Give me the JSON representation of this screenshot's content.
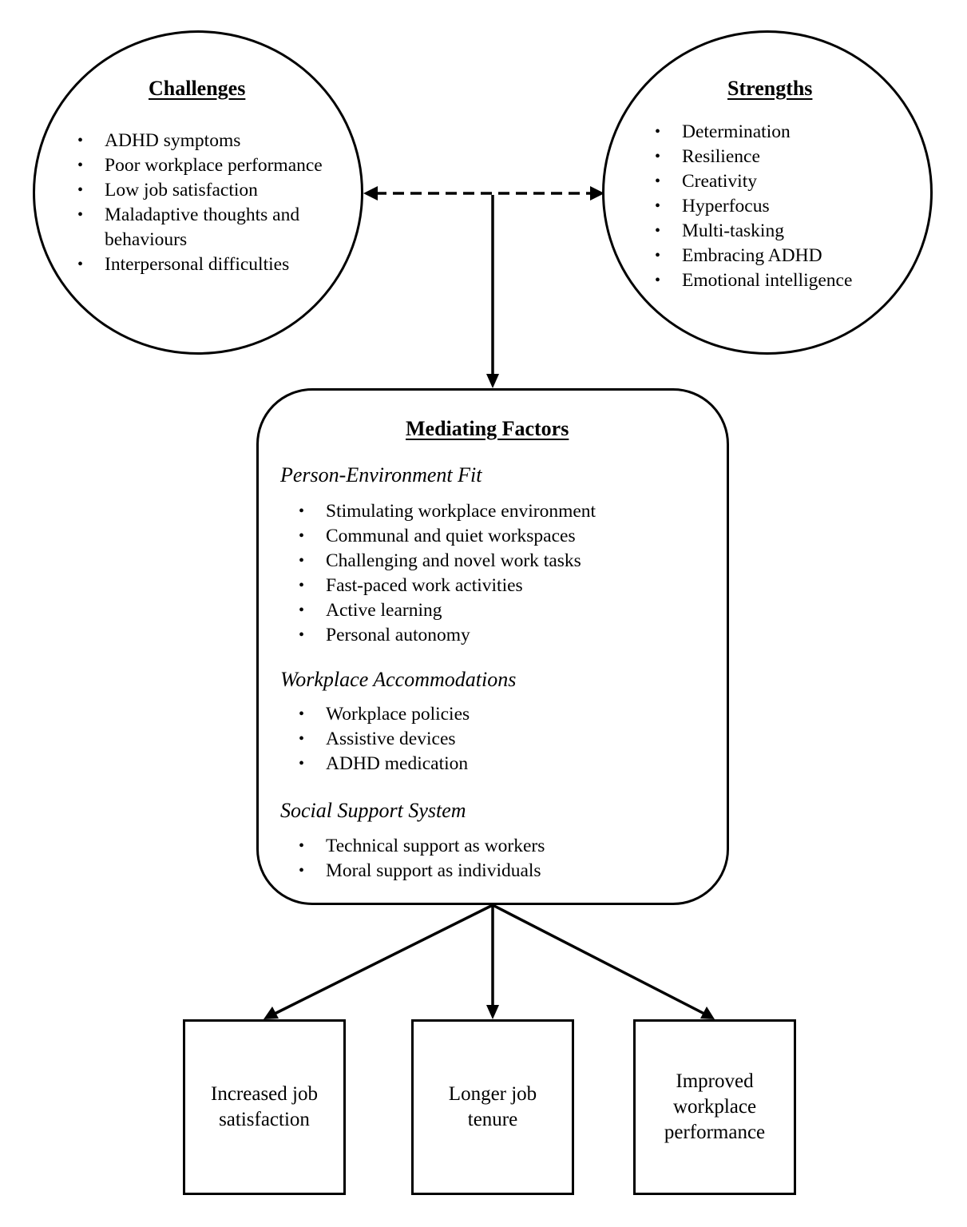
{
  "challenges": {
    "title": "Challenges",
    "items": [
      "ADHD symptoms",
      "Poor workplace performance",
      "Low job satisfaction",
      "Maladaptive thoughts and behaviours",
      "Interpersonal difficulties"
    ]
  },
  "strengths": {
    "title": "Strengths",
    "items": [
      "Determination",
      "Resilience",
      "Creativity",
      "Hyperfocus",
      "Multi-tasking",
      "Embracing ADHD",
      "Emotional intelligence"
    ]
  },
  "mediating": {
    "title": "Mediating Factors",
    "groups": [
      {
        "label": "Person-Environment Fit",
        "items": [
          "Stimulating workplace environment",
          "Communal and quiet workspaces",
          "Challenging and novel work tasks",
          "Fast-paced work activities",
          "Active learning",
          "Personal autonomy"
        ]
      },
      {
        "label": "Workplace Accommodations",
        "items": [
          "Workplace policies",
          "Assistive devices",
          "ADHD medication"
        ]
      },
      {
        "label": "Social Support System",
        "items": [
          "Technical support as workers",
          "Moral support as individuals"
        ]
      }
    ]
  },
  "outcomes": [
    {
      "label": "Increased job satisfaction"
    },
    {
      "label": "Longer job tenure"
    },
    {
      "label": "Improved workplace performance"
    }
  ]
}
